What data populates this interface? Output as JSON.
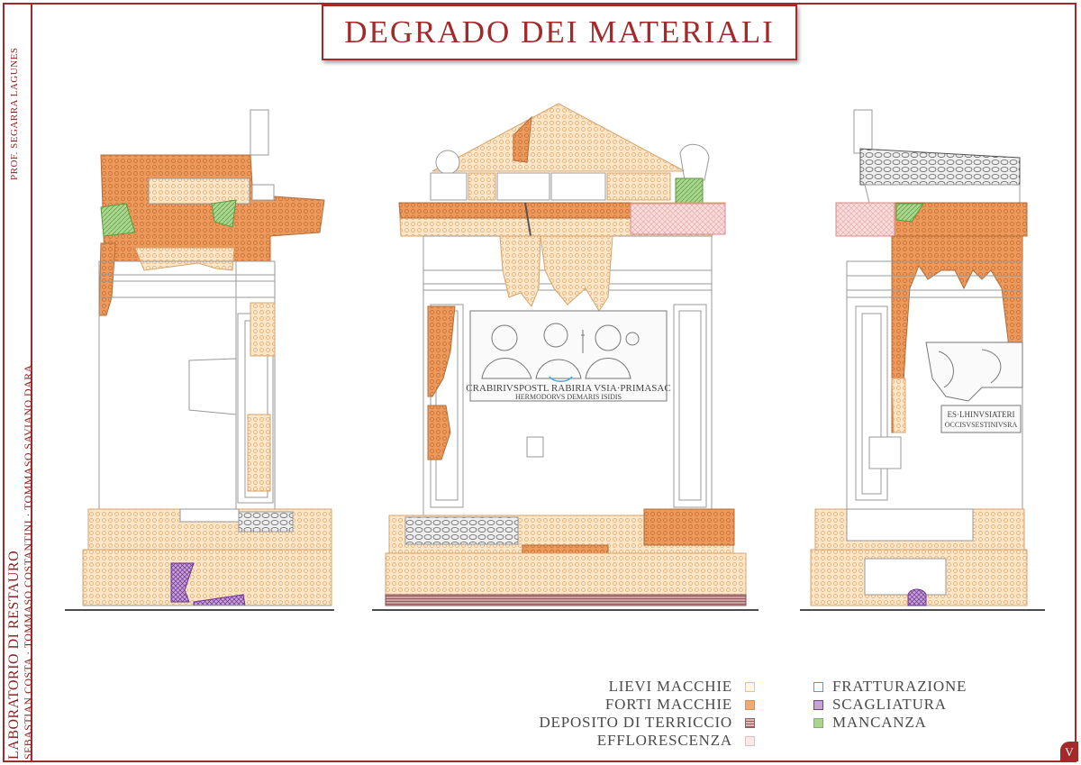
{
  "title": "DEGRADO DEI MATERIALI",
  "sidebar": {
    "course": "LABORATORIO DI RESTAURO",
    "authors": "SEBASTIAN COSTA · TOMMASO COSTANTINI · TOMMASO SAVIANO DARA",
    "professor": "PROF. SEGARRA LAGUNES"
  },
  "inscriptions": {
    "panel_top": "CRABIRIVSPOSTL RABIRIA VSIA·PRIMASAC",
    "panel_bottom": "HERMODORVS DEMARIS ISIDIS",
    "right_line1": "ES·LHINVSIATERI",
    "right_line2": "OCCISVSESTINIVSRA"
  },
  "legend": {
    "left": [
      {
        "label": "LIEVI MACCHIE",
        "color": "#f3c27a"
      },
      {
        "label": "FORTI MACCHIE",
        "color": "#e88a4c"
      },
      {
        "label": "DEPOSITO DI TERRICCIO",
        "color": "#9b5b5b"
      },
      {
        "label": "EFFLORESCENZA",
        "color": "#f4b6b6"
      }
    ],
    "right": [
      {
        "label": "FRATTURAZIONE",
        "color": "#3aa7d8"
      },
      {
        "label": "SCAGLIATURA",
        "color": "#7c3c9c"
      },
      {
        "label": "MANCANZA",
        "color": "#79b860"
      }
    ]
  },
  "page_number": "V"
}
